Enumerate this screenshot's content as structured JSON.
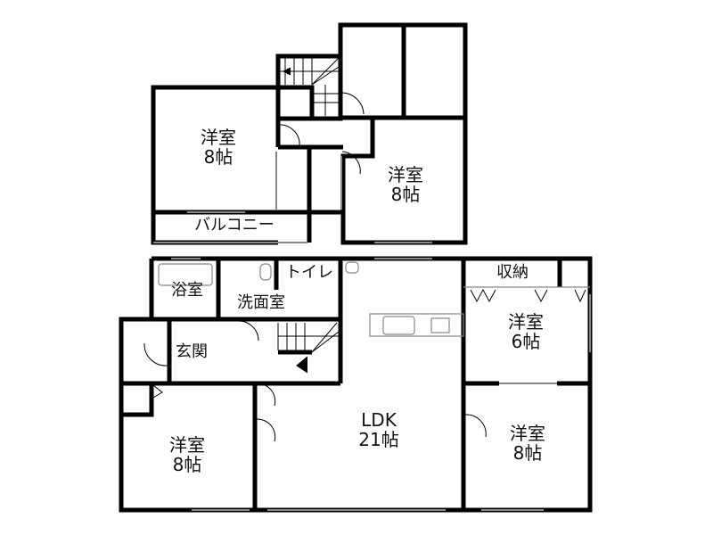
{
  "floor_plan": {
    "upper_floor": {
      "rooms": [
        {
          "id": "western-room-nw",
          "name": "洋室",
          "size": "8帖"
        },
        {
          "id": "western-room-ne",
          "name": "洋室",
          "size": "8帖"
        },
        {
          "id": "balcony",
          "name": "バルコニー"
        }
      ]
    },
    "ground_floor": {
      "rooms": [
        {
          "id": "bathroom",
          "name": "浴室"
        },
        {
          "id": "washroom",
          "name": "洗面室"
        },
        {
          "id": "toilet",
          "name": "トイレ"
        },
        {
          "id": "entrance",
          "name": "玄関"
        },
        {
          "id": "storage",
          "name": "収納"
        },
        {
          "id": "western-room-6",
          "name": "洋室",
          "size": "6帖"
        },
        {
          "id": "ldk",
          "name": "LDK",
          "size": "21帖"
        },
        {
          "id": "western-room-sw",
          "name": "洋室",
          "size": "8帖"
        },
        {
          "id": "western-room-se",
          "name": "洋室",
          "size": "8帖"
        }
      ]
    },
    "colors": {
      "wall": "#000000",
      "fixture": "#888888",
      "background": "#ffffff"
    }
  }
}
